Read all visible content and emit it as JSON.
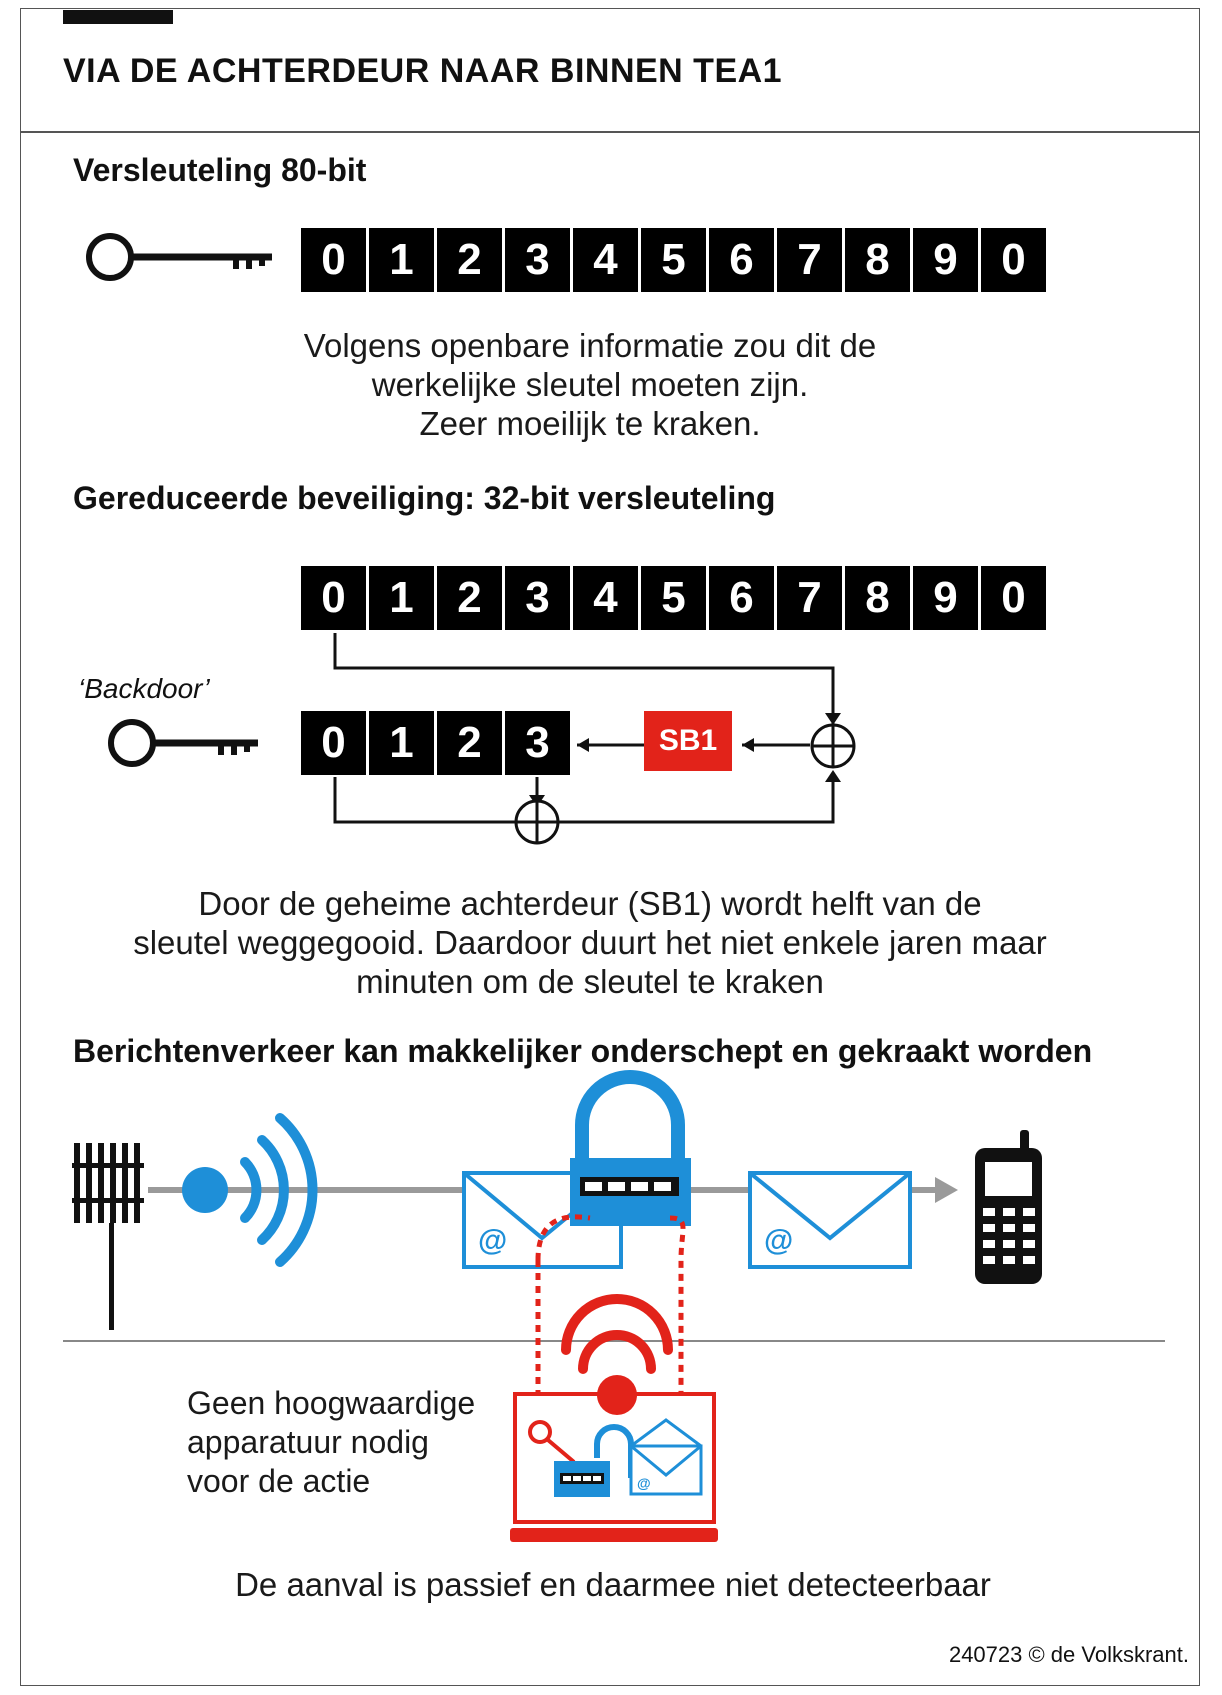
{
  "header": {
    "title": "VIA DE ACHTERDEUR NAAR BINNEN TEA1"
  },
  "section1": {
    "heading": "Versleuteling 80-bit",
    "digits": [
      "0",
      "1",
      "2",
      "3",
      "4",
      "5",
      "6",
      "7",
      "8",
      "9",
      "0"
    ],
    "caption": [
      "Volgens openbare informatie zou dit de",
      "werkelijke sleutel moeten zijn.",
      "Zeer moeilijk te kraken."
    ]
  },
  "section2": {
    "heading": "Gereduceerde beveiliging: 32-bit versleuteling",
    "digits": [
      "0",
      "1",
      "2",
      "3",
      "4",
      "5",
      "6",
      "7",
      "8",
      "9",
      "0"
    ],
    "backdoor_label": "‘Backdoor’",
    "backdoor_digits": [
      "0",
      "1",
      "2",
      "3"
    ],
    "sb1_label": "SB1",
    "caption": [
      "Door de geheime achterdeur (SB1) wordt helft van de",
      "sleutel weggegooid. Daardoor duurt het niet enkele jaren maar",
      "minuten om de sleutel te kraken"
    ]
  },
  "section3": {
    "heading": "Berichtenverkeer kan makkelijker onderschept en gekraakt worden",
    "envelope_symbol": "@",
    "note": [
      "Geen hoogwaardige",
      "apparatuur nodig",
      "voor de actie"
    ],
    "caption": "De aanval is passief en daarmee niet detecteerbaar"
  },
  "footer": {
    "credit": "240723 © de Volkskrant."
  },
  "colors": {
    "blue": "#1e8fd8",
    "red": "#e2231a",
    "black": "#111111",
    "gray": "#9a9a9a"
  },
  "icons": [
    "key-icon",
    "xor-icon",
    "antenna-mast-icon",
    "signal-waves-icon",
    "envelope-icon",
    "padlock-icon",
    "walkie-talkie-icon",
    "laptop-icon"
  ]
}
